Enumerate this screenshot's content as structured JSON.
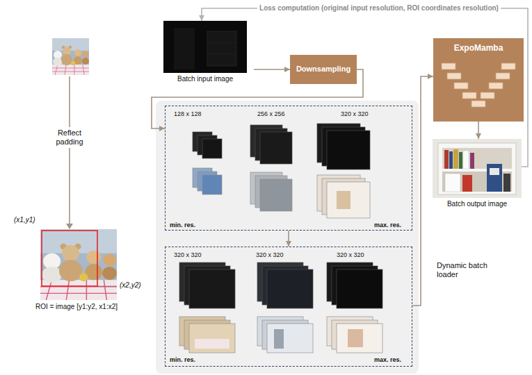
{
  "diagram": {
    "nodes": [
      {
        "text": [
          "Batch input image"
        ]
      },
      {
        "text": [
          "Downsampling"
        ]
      },
      {
        "text": [
          "ExpoMamba"
        ]
      },
      {
        "text": [
          "Batch output image"
        ]
      },
      {
        "text": [
          "128 x 128",
          "256 x 256",
          "320 x 320",
          "min. res.",
          "max. res."
        ]
      },
      {
        "text": [
          "320 x 320",
          "320 x 320",
          "320 x 320",
          "min. res.",
          "max. res."
        ]
      },
      {
        "text": [
          "ROI = image [y1:y2, x1:x2]"
        ]
      }
    ],
    "edges": [
      {
        "from": 0,
        "to": 1,
        "arrow": "to"
      },
      {
        "from": 1,
        "to": 4,
        "arrow": "to"
      },
      {
        "from": 4,
        "to": 5,
        "arrow": "to"
      },
      {
        "from": 5,
        "to": 2,
        "arrow": "to"
      },
      {
        "from": 2,
        "to": 3,
        "arrow": "to"
      },
      {
        "from": 3,
        "to": 0,
        "label": "Loss computation (original input resolution, ROI coordinates resolution)",
        "arrow": "to"
      }
    ],
    "labels": [
      "Reflect padding",
      "(x1,y1)",
      "(x2,y2)",
      "Dynamic batch loader"
    ]
  }
}
